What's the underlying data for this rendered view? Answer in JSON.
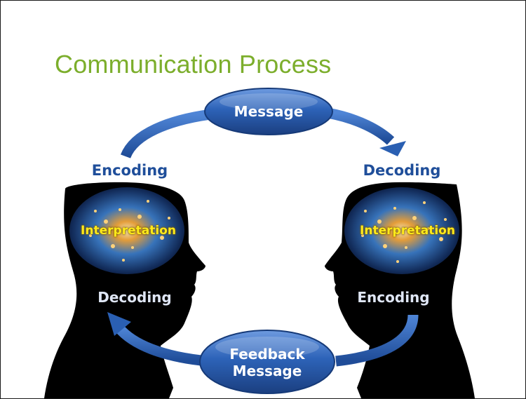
{
  "slide": {
    "title": "Communication Process"
  },
  "cycle": {
    "top_bubble": "Message",
    "bottom_bubble_line1": "Feedback",
    "bottom_bubble_line2": "Message"
  },
  "sender": {
    "top_label": "Encoding",
    "brain_label": "Interpretation",
    "mouth_label": "Decoding"
  },
  "receiver": {
    "top_label": "Decoding",
    "brain_label": "Interpretation",
    "mouth_label": "Encoding"
  },
  "colors": {
    "title": "#7cae2c",
    "pill_blue": "#2d63b8",
    "arrow_blue": "#2f68bd",
    "label_blue": "#1f4e9a",
    "interpretation_yellow": "#ffea1a"
  }
}
